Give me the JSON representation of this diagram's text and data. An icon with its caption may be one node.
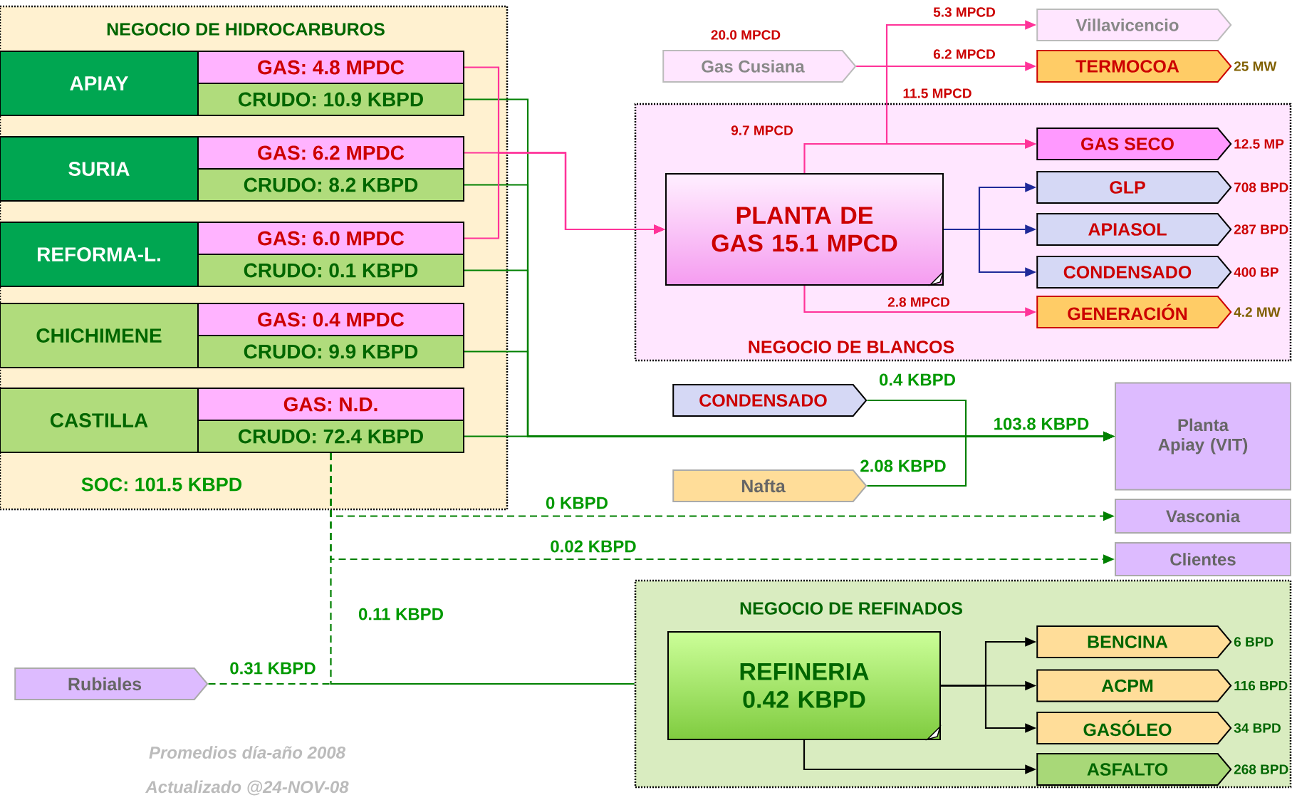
{
  "diagram": {
    "nodes": [
      {
        "text": [
          "NEGOCIO DE HIDROCARBUROS",
          "SOC: 101.5 KBPD"
        ]
      },
      {
        "text": [
          "APIAY"
        ],
        "in": 0
      },
      {
        "text": [
          "GAS: 4.8 MPDC"
        ],
        "in": 0
      },
      {
        "text": [
          "CRUDO: 10.9 KBPD"
        ],
        "in": 0
      },
      {
        "text": [
          "SURIA"
        ],
        "in": 0
      },
      {
        "text": [
          "GAS: 6.2 MPDC"
        ],
        "in": 0
      },
      {
        "text": [
          "CRUDO: 8.2 KBPD"
        ],
        "in": 0
      },
      {
        "text": [
          "REFORMA-L."
        ],
        "in": 0
      },
      {
        "text": [
          "GAS: 6.0 MPDC"
        ],
        "in": 0
      },
      {
        "text": [
          "CRUDO: 0.1 KBPD"
        ],
        "in": 0
      },
      {
        "text": [
          "CHICHIMENE"
        ],
        "in": 0
      },
      {
        "text": [
          "GAS: 0.4 MPDC"
        ],
        "in": 0
      },
      {
        "text": [
          "CRUDO: 9.9 KBPD"
        ],
        "in": 0
      },
      {
        "text": [
          "CASTILLA"
        ],
        "in": 0
      },
      {
        "text": [
          "GAS: N.D."
        ],
        "in": 0
      },
      {
        "text": [
          "CRUDO: 72.4 KBPD"
        ],
        "in": 0
      },
      {
        "text": [
          "Gas Cusiana"
        ],
        "beside": [
          "20.0 MPCD"
        ]
      },
      {
        "text": [
          "Villavicencio"
        ]
      },
      {
        "text": [
          "TERMOCOA"
        ],
        "beside": [
          "25 MW"
        ]
      },
      {
        "text": [
          "NEGOCIO DE BLANCOS"
        ]
      },
      {
        "text": [
          "PLANTA DE GAS 15.1 MPCD"
        ],
        "in": 19
      },
      {
        "text": [
          "GAS SECO"
        ],
        "in": 19,
        "beside": [
          "12.5 MP"
        ]
      },
      {
        "text": [
          "GLP"
        ],
        "in": 19,
        "beside": [
          "708 BPD"
        ]
      },
      {
        "text": [
          "APIASOL"
        ],
        "in": 19,
        "beside": [
          "287 BPD"
        ]
      },
      {
        "text": [
          "CONDENSADO"
        ],
        "in": 19,
        "beside": [
          "400 BP"
        ]
      },
      {
        "text": [
          "GENERACIÓN"
        ],
        "in": 19,
        "beside": [
          "4.2 MW"
        ]
      },
      {
        "text": [
          "CONDENSADO"
        ]
      },
      {
        "text": [
          "Nafta"
        ]
      },
      {
        "text": [
          "Planta Apiay (VIT)"
        ]
      },
      {
        "text": [
          "Vasconia"
        ]
      },
      {
        "text": [
          "Clientes"
        ]
      },
      {
        "text": [
          "NEGOCIO DE REFINADOS"
        ]
      },
      {
        "text": [
          "REFINERIA 0.42 KBPD"
        ],
        "in": 31
      },
      {
        "text": [
          "BENCINA"
        ],
        "in": 31,
        "beside": [
          "6 BPD"
        ]
      },
      {
        "text": [
          "ACPM"
        ],
        "in": 31,
        "beside": [
          "116 BPD"
        ]
      },
      {
        "text": [
          "GASÓLEO"
        ],
        "in": 31,
        "beside": [
          "34 BPD"
        ]
      },
      {
        "text": [
          "ASFALTO"
        ],
        "in": 31,
        "beside": [
          "268 BPD"
        ]
      },
      {
        "text": [
          "Rubiales"
        ]
      }
    ],
    "edges": [
      {
        "from": 2,
        "to": 20,
        "arrow": "to",
        "color": "#ff3399"
      },
      {
        "from": 5,
        "to": 20,
        "arrow": "to",
        "color": "#ff3399"
      },
      {
        "from": 8,
        "to": 20,
        "arrow": "to",
        "color": "#ff3399"
      },
      {
        "from": 3,
        "to": 28,
        "arrow": "to"
      },
      {
        "from": 6,
        "to": 28,
        "arrow": "to"
      },
      {
        "from": 9,
        "to": 28,
        "arrow": "to"
      },
      {
        "from": 12,
        "to": 28,
        "arrow": "to"
      },
      {
        "from": 15,
        "to": 28,
        "arrow": "to"
      },
      {
        "from": 26,
        "to": 28,
        "arrow": "to",
        "label": "0.4 KBPD"
      },
      {
        "from": 27,
        "to": 28,
        "arrow": "to",
        "label": "2.08 KBPD"
      },
      {
        "from": 15,
        "to": 29,
        "arrow": "to",
        "label": "0 KBPD",
        "style": "dashed"
      },
      {
        "from": 15,
        "to": 30,
        "arrow": "to",
        "label": "0.02 KBPD",
        "style": "dashed"
      },
      {
        "from": 15,
        "to": 31,
        "arrow": "none",
        "label": "0.11 KBPD",
        "style": "dashed"
      },
      {
        "from": 37,
        "to": 31,
        "arrow": "none",
        "label": "0.31 KBPD",
        "style": "dashed"
      },
      {
        "from": 16,
        "to": 17,
        "arrow": "to",
        "label": "5.3 MPCD",
        "color": "#ff3399"
      },
      {
        "from": 16,
        "to": 18,
        "arrow": "to",
        "label": "6.2 MPCD",
        "color": "#ff3399"
      },
      {
        "from": 16,
        "to": 21,
        "arrow": "to",
        "label": "11.5 MPCD",
        "color": "#ff3399"
      },
      {
        "from": 20,
        "to": 21,
        "arrow": "to",
        "label": "9.7 MPCD",
        "color": "#ff3399"
      },
      {
        "from": 20,
        "to": 22,
        "arrow": "to",
        "color": "#1f2a99"
      },
      {
        "from": 20,
        "to": 23,
        "arrow": "to",
        "color": "#1f2a99"
      },
      {
        "from": 20,
        "to": 24,
        "arrow": "to",
        "color": "#1f2a99"
      },
      {
        "from": 20,
        "to": 25,
        "arrow": "to",
        "label": "2.8 MPCD",
        "color": "#ff3399"
      },
      {
        "from": 32,
        "to": 33,
        "arrow": "to",
        "color": "#000000"
      },
      {
        "from": 32,
        "to": 34,
        "arrow": "to",
        "color": "#000000"
      },
      {
        "from": 32,
        "to": 35,
        "arrow": "to",
        "color": "#000000"
      },
      {
        "from": 32,
        "to": 36,
        "arrow": "to",
        "color": "#000000"
      }
    ],
    "labels": [
      "103.8 KBPD",
      "Promedios día-año 2008",
      "Actualizado @24-NOV-08"
    ]
  }
}
